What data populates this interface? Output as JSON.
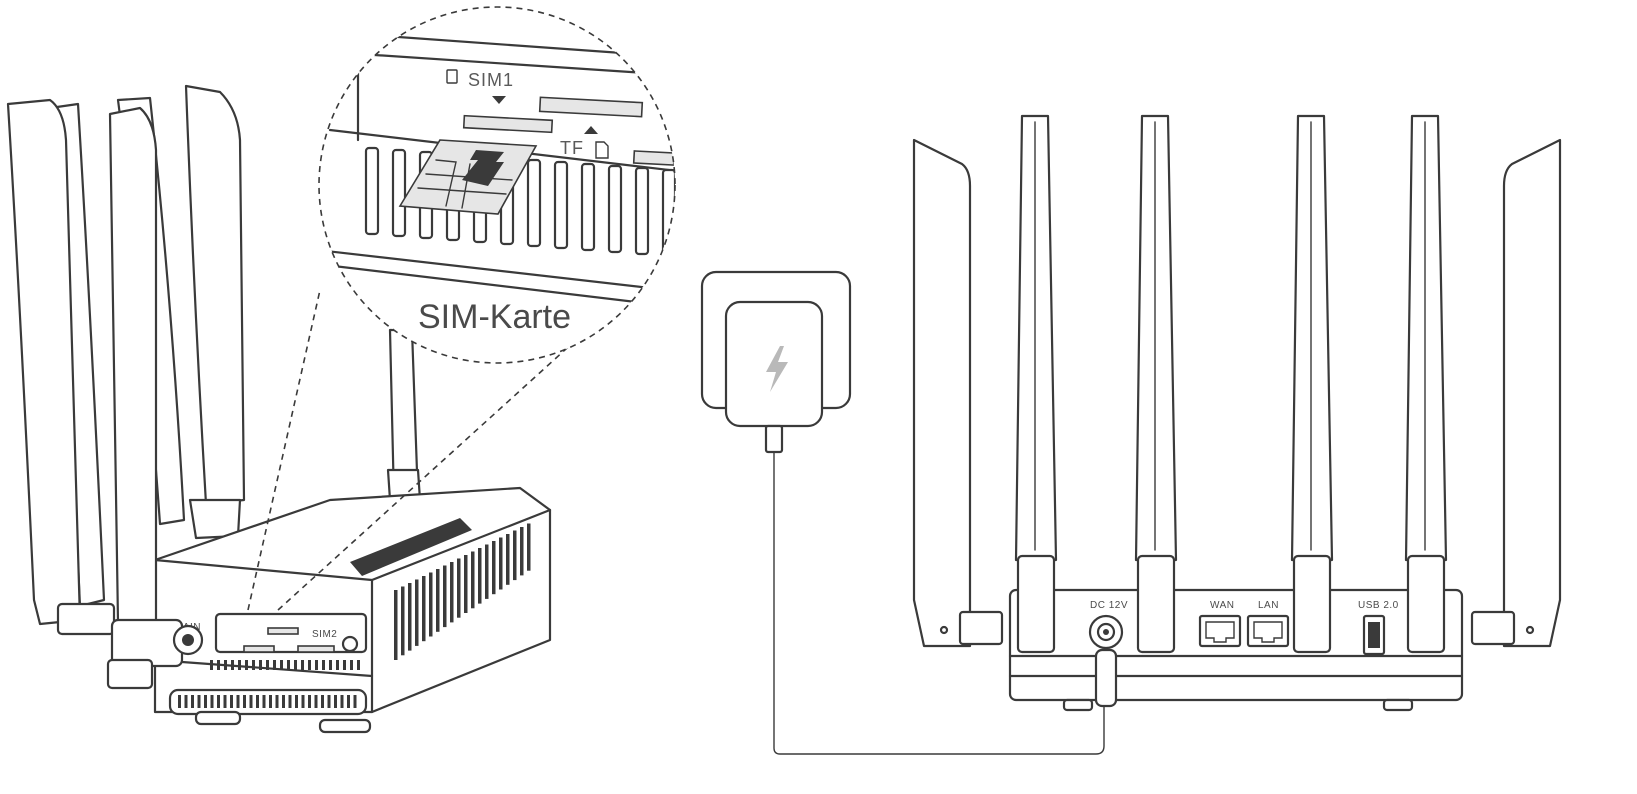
{
  "callout": {
    "caption": "SIM-Karte",
    "slot_sim1": "SIM1",
    "slot_tf": "TF"
  },
  "front_router": {
    "main_label": "MAIN",
    "sim2_label": "SIM2"
  },
  "rear_router": {
    "power_port_label": "DC 12V",
    "wan_label": "WAN",
    "lan_label": "LAN",
    "usb_label": "USB 2.0"
  },
  "icons": {
    "adapter": "lightning-bolt-icon",
    "sim": "sim-card-icon",
    "sd": "sd-card-icon"
  },
  "colors": {
    "line": "#3a3a3a",
    "background": "#ffffff"
  }
}
